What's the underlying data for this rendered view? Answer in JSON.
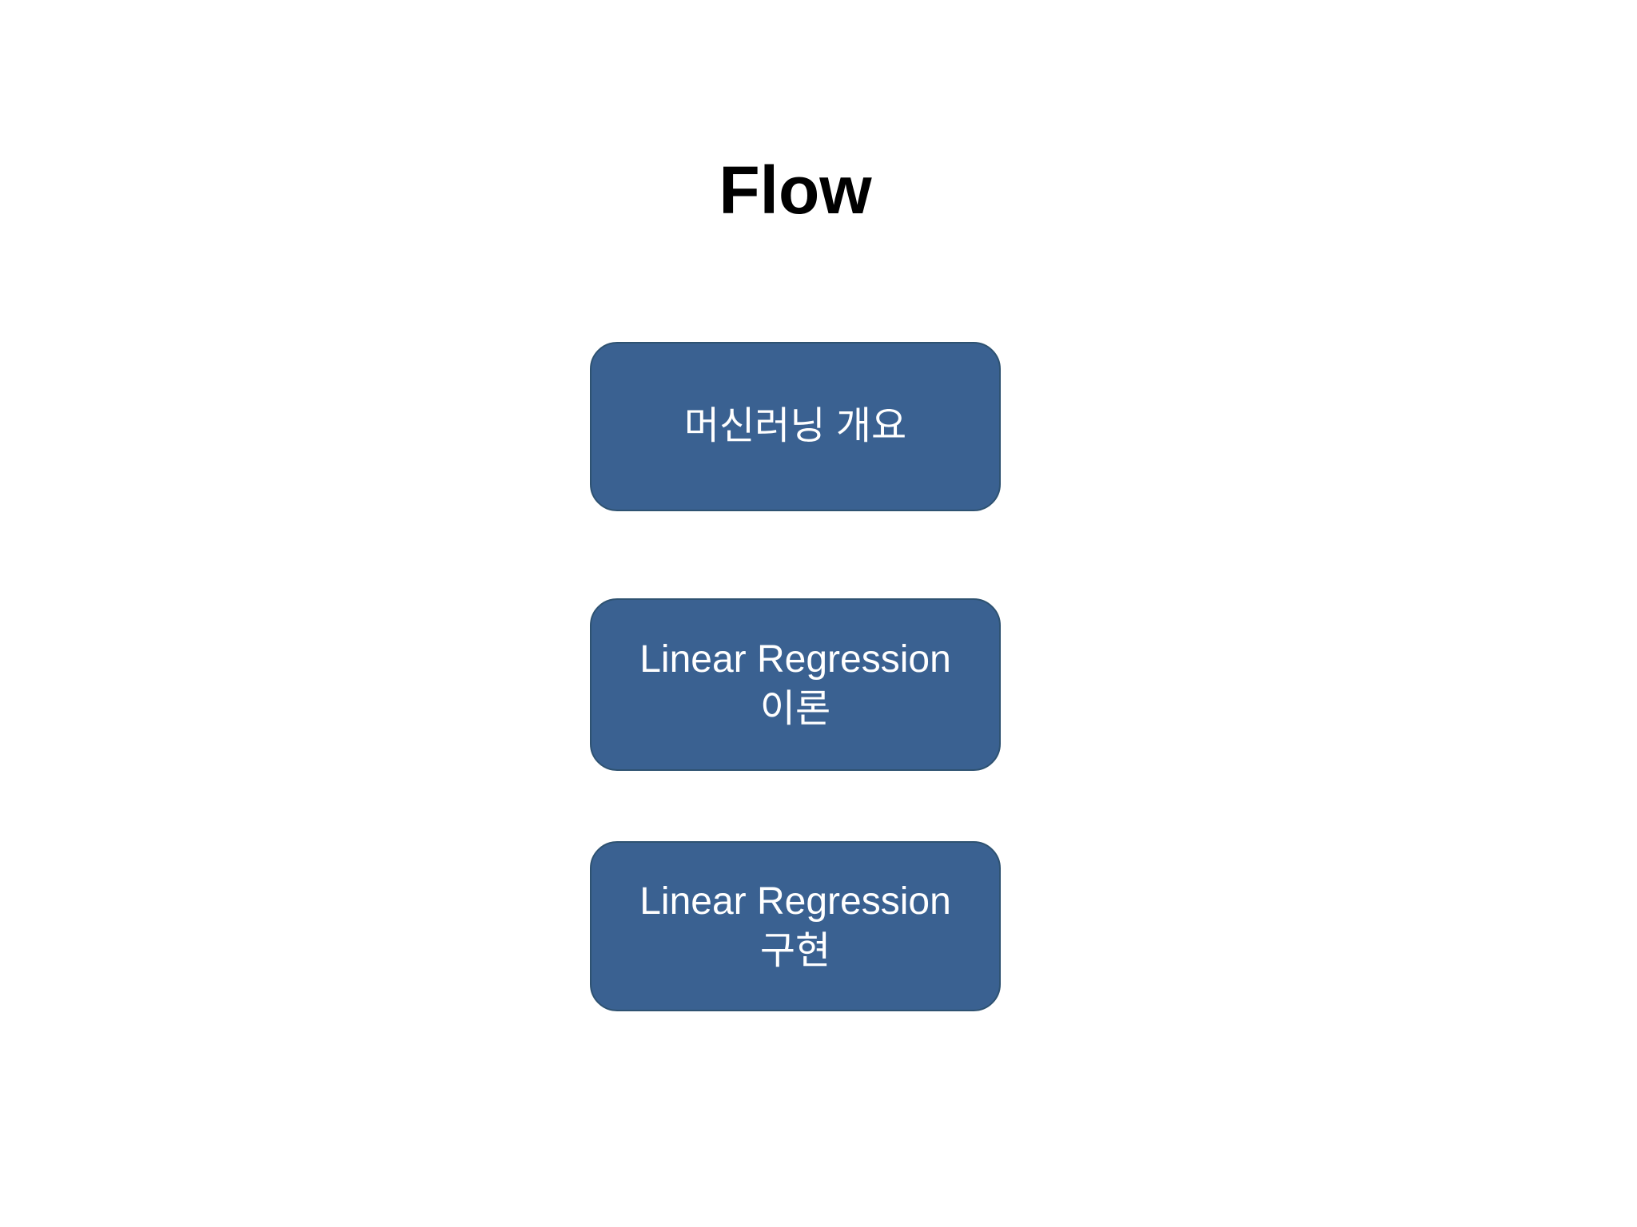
{
  "slide": {
    "title": "Flow",
    "boxes": [
      {
        "lines": [
          "머신러닝 개요"
        ]
      },
      {
        "lines": [
          "Linear Regression",
          "이론"
        ]
      },
      {
        "lines": [
          "Linear Regression",
          "구현"
        ]
      }
    ],
    "colors": {
      "background": "#ffffff",
      "title_text": "#000000",
      "box_fill": "#3a6191",
      "box_edge": "#2e5271",
      "box_text": "#ffffff"
    }
  }
}
